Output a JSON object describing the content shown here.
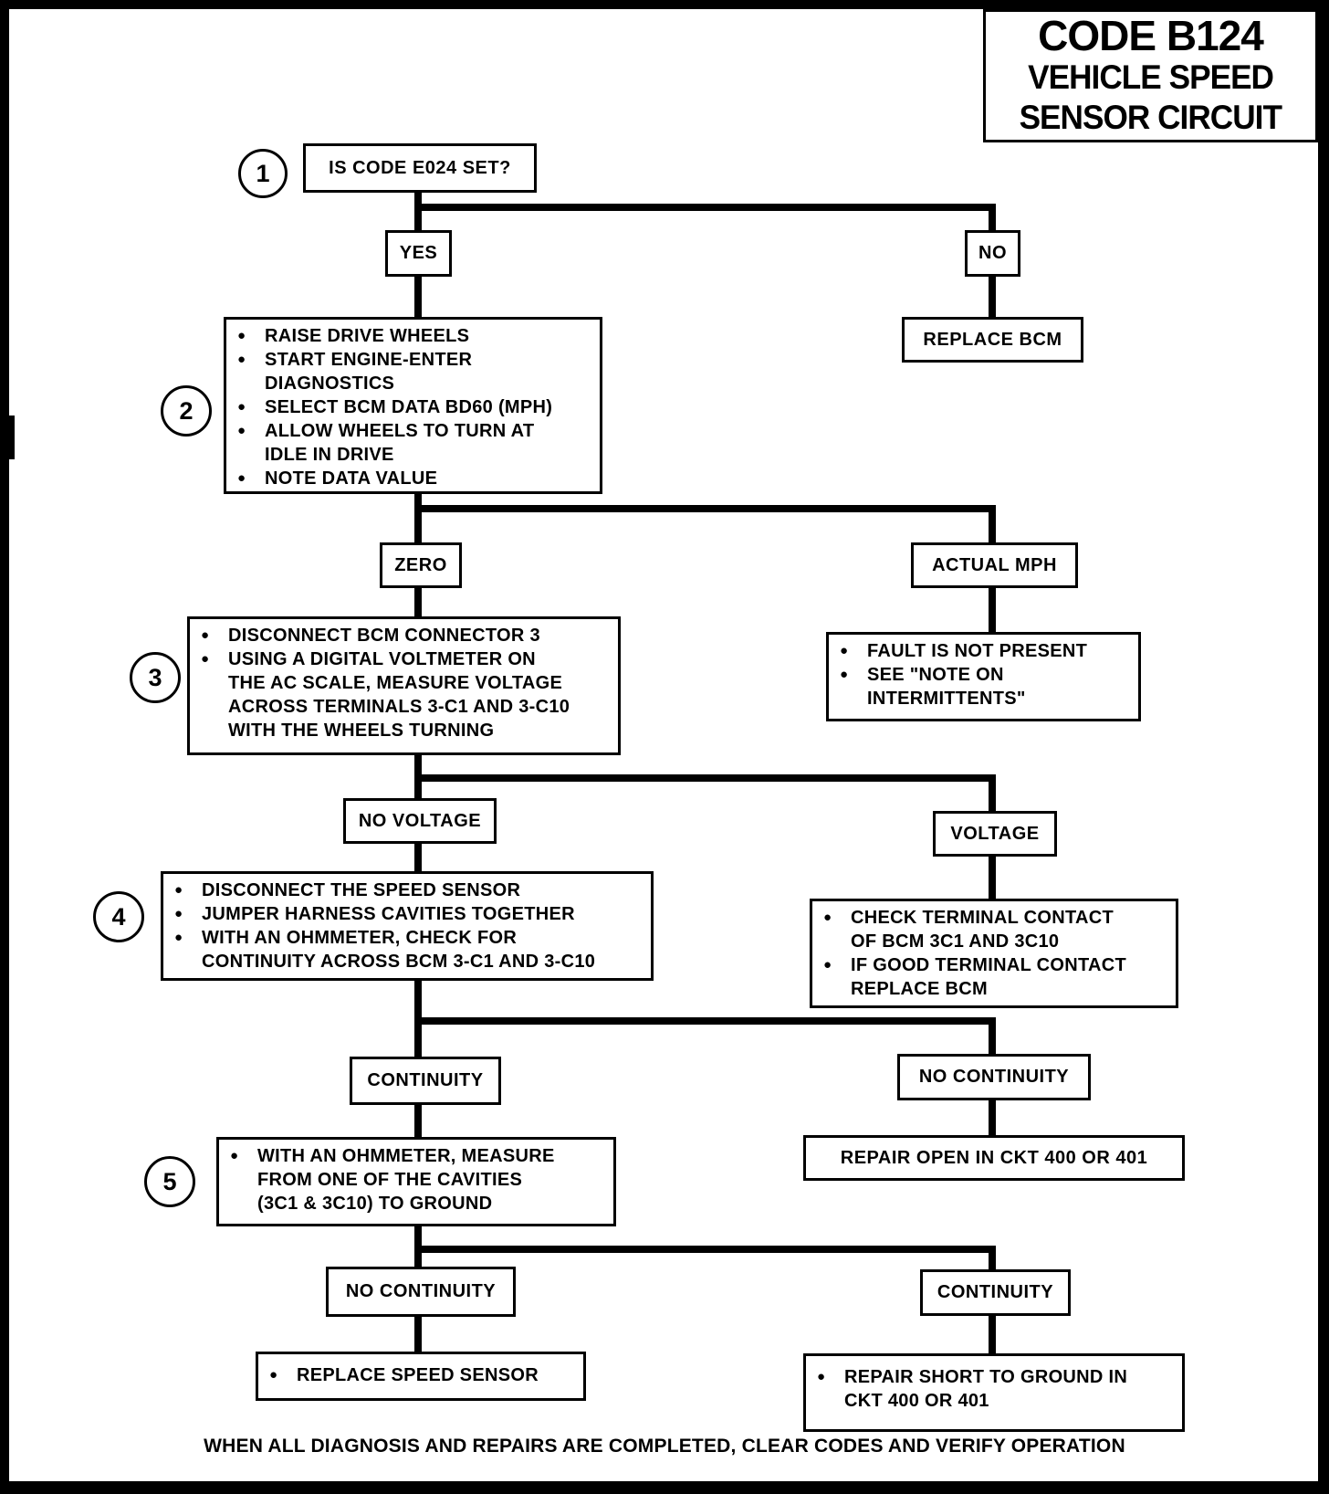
{
  "title": {
    "code": "CODE B124",
    "subtitle1": "VEHICLE SPEED",
    "subtitle2": "SENSOR CIRCUIT"
  },
  "icons": {
    "bullet": "●"
  },
  "colors": {
    "line": "#000000",
    "background": "#ffffff"
  },
  "nodes": {
    "step1": {
      "number": "1",
      "question": "IS CODE E024 SET?"
    },
    "branch1": {
      "left": "YES",
      "right": "NO"
    },
    "replace_bcm": "REPLACE BCM",
    "step2": {
      "number": "2",
      "bullets": [
        "RAISE DRIVE WHEELS",
        "START ENGINE-ENTER\nDIAGNOSTICS",
        "SELECT BCM DATA BD60 (MPH)",
        "ALLOW WHEELS TO TURN AT\nIDLE IN DRIVE",
        "NOTE DATA VALUE"
      ]
    },
    "branch2": {
      "left": "ZERO",
      "right": "ACTUAL MPH"
    },
    "fault_not_present": {
      "bullets": [
        "FAULT IS NOT PRESENT",
        "SEE \"NOTE ON\nINTERMITTENTS\""
      ]
    },
    "step3": {
      "number": "3",
      "bullets": [
        "DISCONNECT BCM CONNECTOR 3",
        "USING A DIGITAL VOLTMETER ON\nTHE AC SCALE, MEASURE VOLTAGE\nACROSS TERMINALS 3-C1 AND 3-C10\nWITH THE WHEELS TURNING"
      ]
    },
    "branch3": {
      "left": "NO VOLTAGE",
      "right": "VOLTAGE"
    },
    "check_terminal": {
      "bullets": [
        "CHECK TERMINAL CONTACT\nOF BCM 3C1 AND 3C10",
        "IF GOOD TERMINAL CONTACT\nREPLACE BCM"
      ]
    },
    "step4": {
      "number": "4",
      "bullets": [
        "DISCONNECT THE SPEED SENSOR",
        "JUMPER HARNESS CAVITIES TOGETHER",
        "WITH AN OHMMETER, CHECK FOR\nCONTINUITY ACROSS BCM 3-C1 AND 3-C10"
      ]
    },
    "branch4": {
      "left": "CONTINUITY",
      "right": "NO CONTINUITY"
    },
    "repair_open": "REPAIR OPEN IN CKT 400 OR 401",
    "step5": {
      "number": "5",
      "bullets": [
        "WITH AN OHMMETER, MEASURE\nFROM ONE OF THE CAVITIES\n(3C1 & 3C10) TO GROUND"
      ]
    },
    "branch5": {
      "left": "NO CONTINUITY",
      "right": "CONTINUITY"
    },
    "replace_speed_sensor": {
      "bullets": [
        "REPLACE SPEED SENSOR"
      ]
    },
    "repair_short": {
      "bullets": [
        "REPAIR SHORT TO GROUND IN\nCKT 400 OR 401"
      ]
    }
  },
  "footer": {
    "caption": "WHEN ALL DIAGNOSIS AND REPAIRS ARE COMPLETED, CLEAR CODES AND VERIFY OPERATION"
  }
}
